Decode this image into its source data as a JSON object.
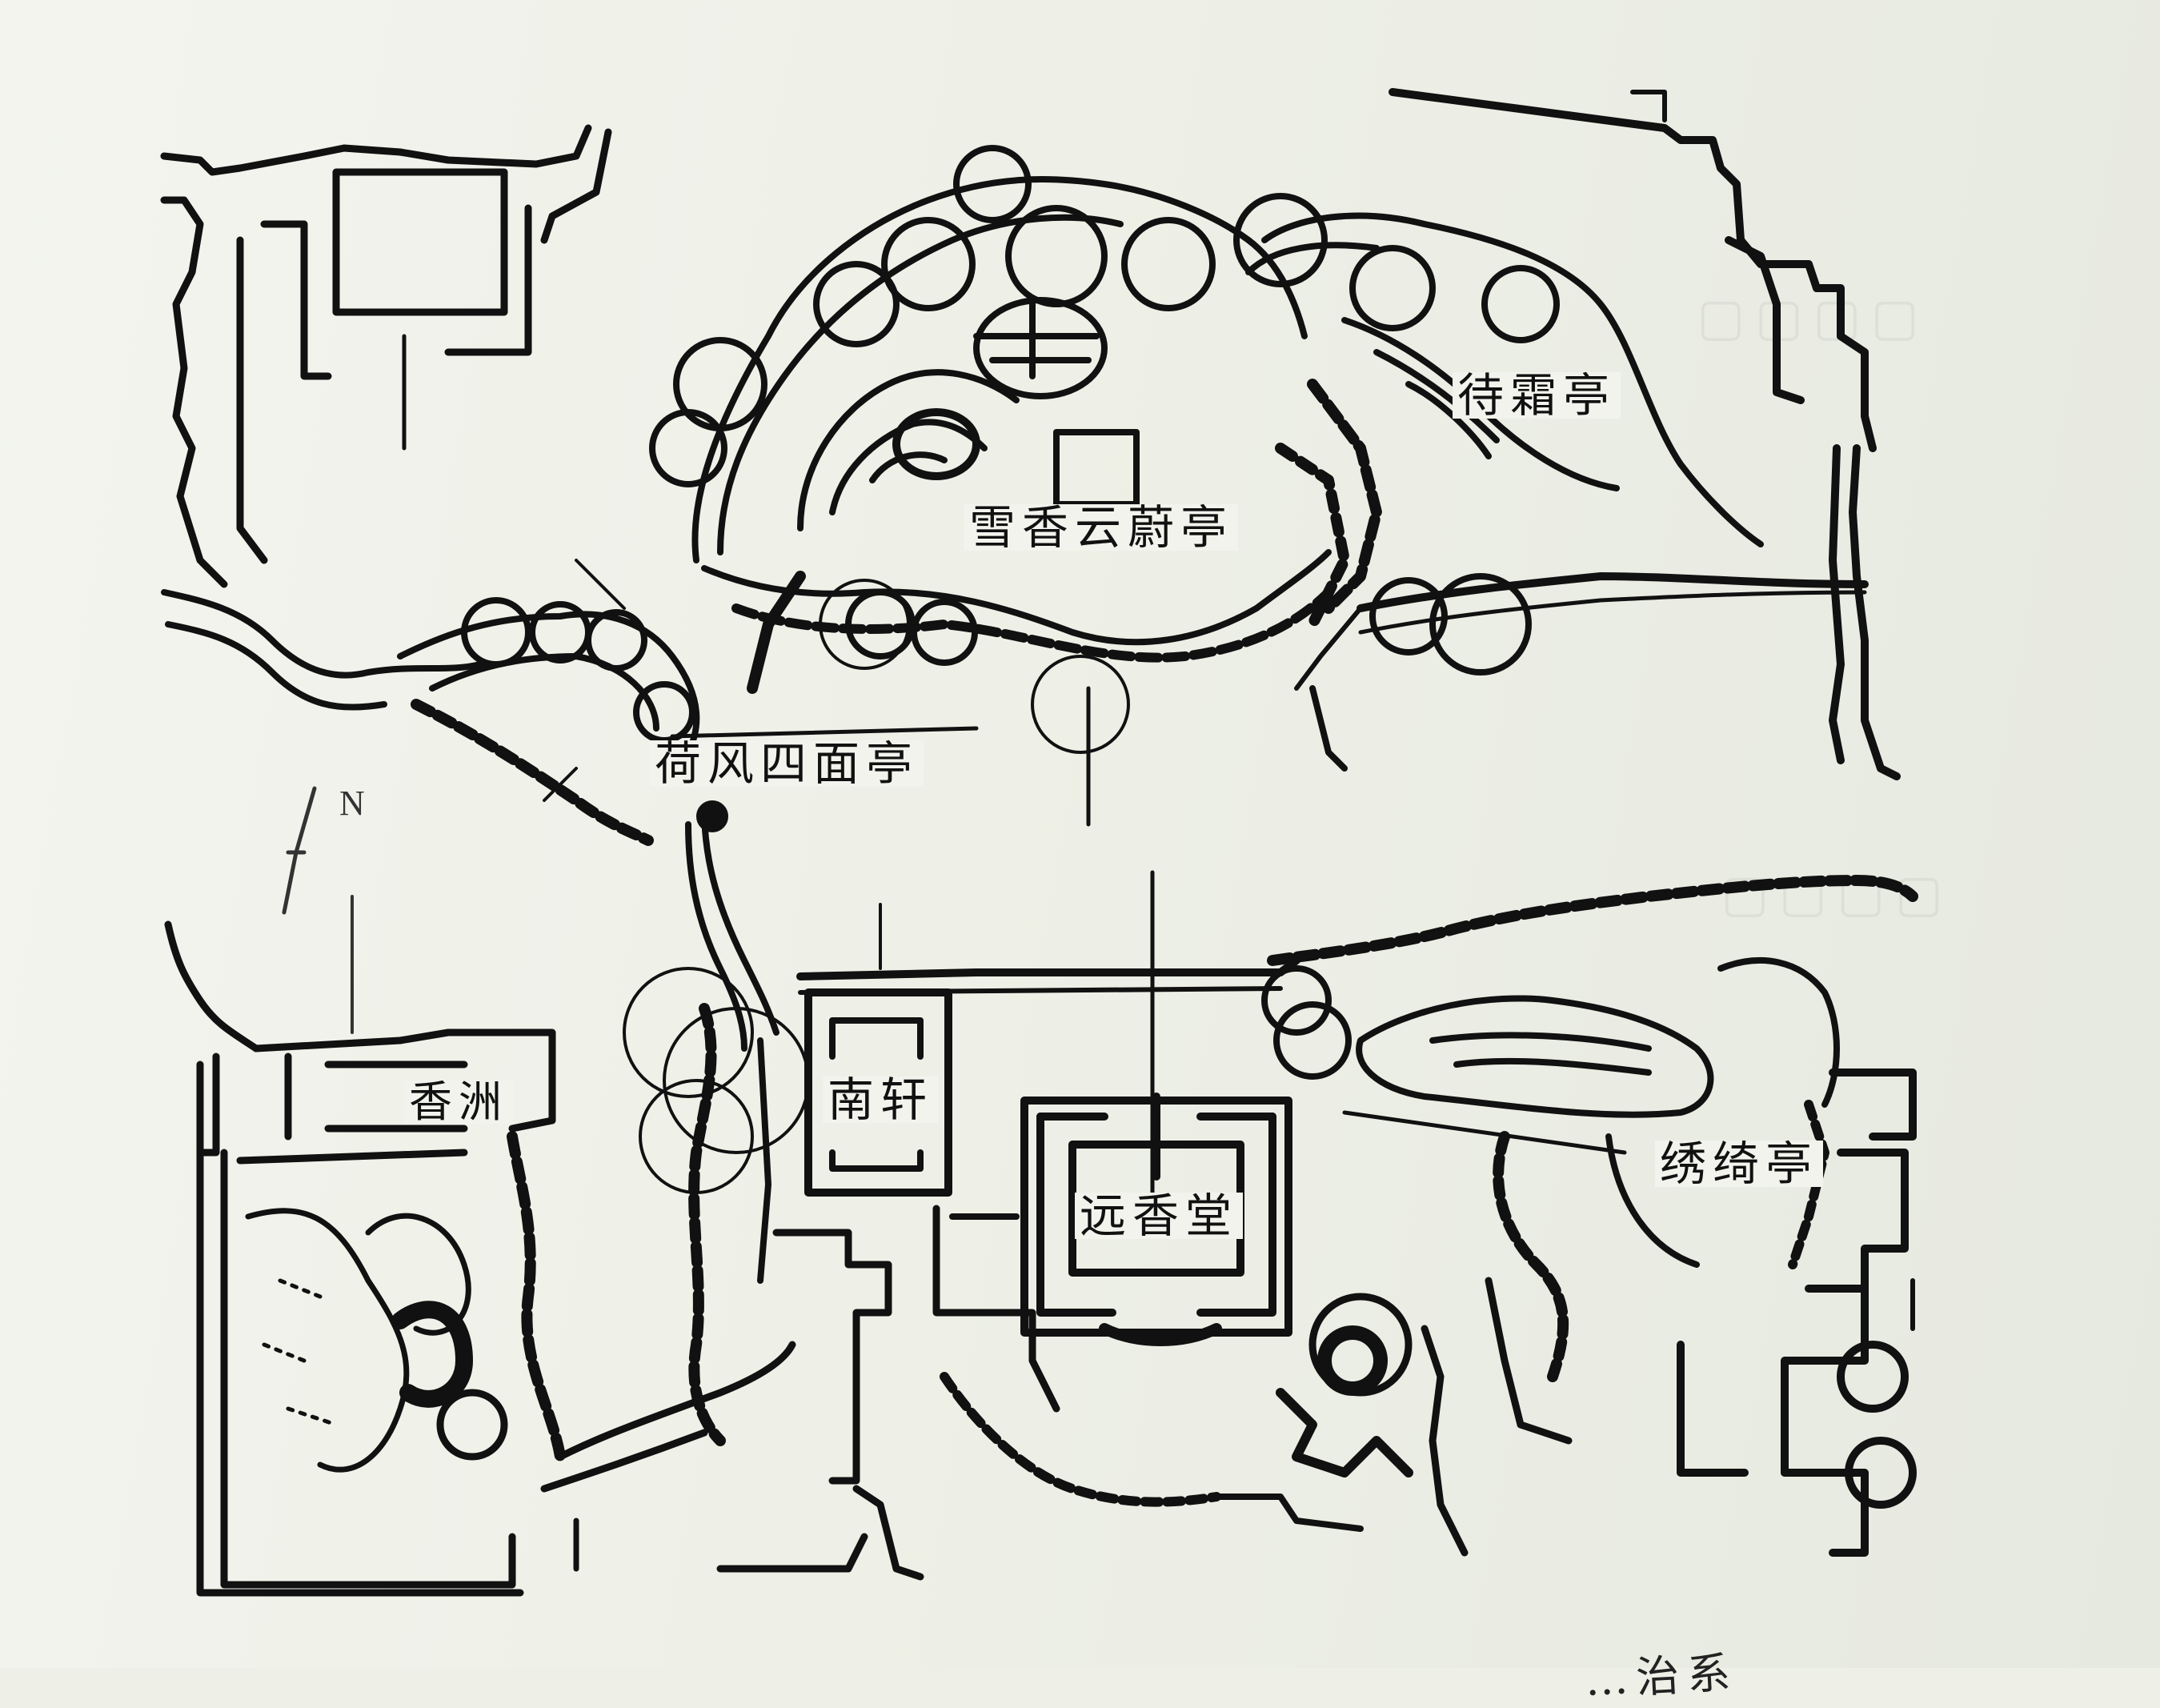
{
  "document": {
    "type": "garden-plan",
    "background_color": "#eef0e8",
    "ink_color": "#111111"
  },
  "map": {
    "compass": {
      "label": "N"
    },
    "features": [
      {
        "id": "xuexiang-yunwei-ting",
        "label": "雪香云蔚亭",
        "kind": "pavilion"
      },
      {
        "id": "daishuang-ting",
        "label": "待霜亭",
        "kind": "pavilion"
      },
      {
        "id": "hefeng-simian-ting",
        "label": "荷风四面亭",
        "kind": "pavilion"
      },
      {
        "id": "xiangzhou",
        "label": "香洲",
        "kind": "boat-hall"
      },
      {
        "id": "nanxuan",
        "label": "南轩",
        "kind": "pavilion"
      },
      {
        "id": "yuanxiang-tang",
        "label": "远香堂",
        "kind": "hall"
      },
      {
        "id": "xiuqi-ting",
        "label": "绣绮亭",
        "kind": "pavilion"
      }
    ]
  },
  "caption": {
    "partial_text": "…治系"
  }
}
